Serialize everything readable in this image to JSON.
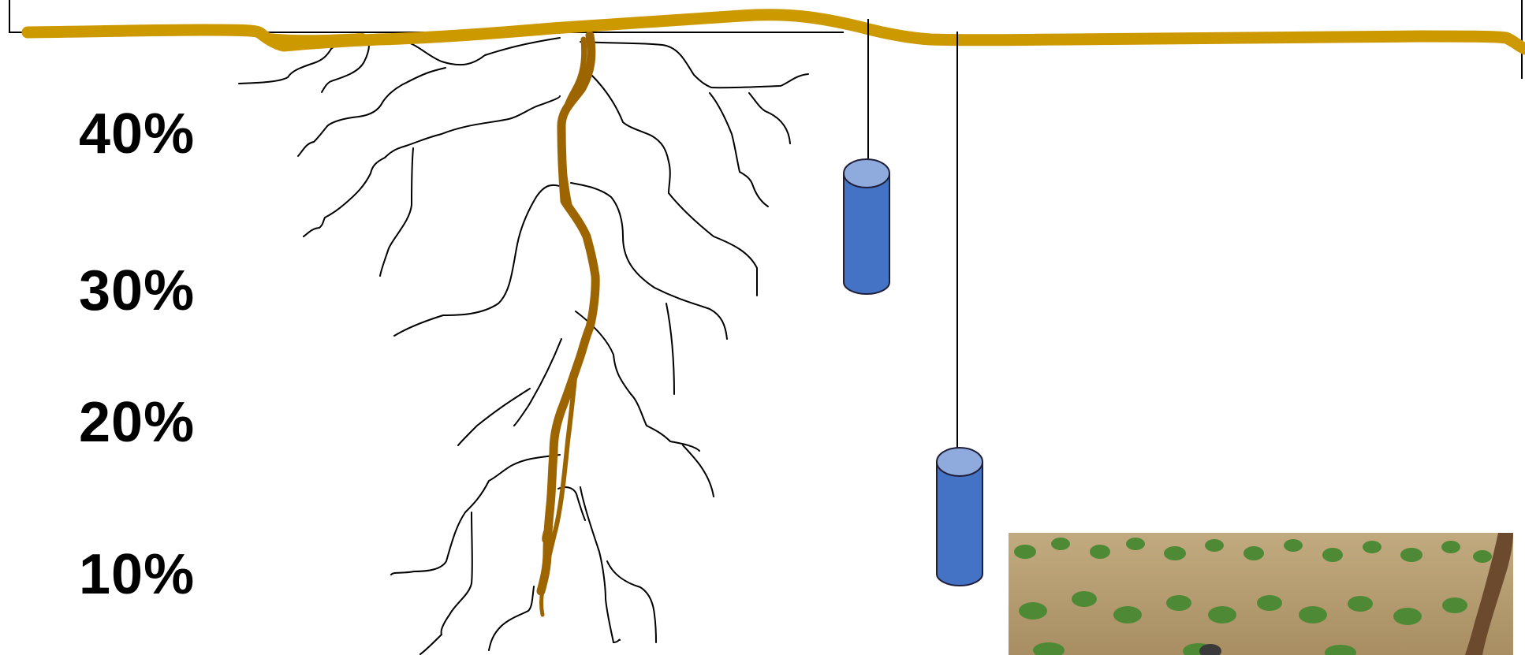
{
  "depth_labels": [
    "40%",
    "30%",
    "20%",
    "10%"
  ],
  "colors": {
    "soil_line": "#CC9900",
    "taproot": "#9C6500",
    "sensor_body": "#4472C4",
    "sensor_top": "#8FAADC",
    "field_soil": "#B59C72",
    "plant_leaf": "#4E8A35",
    "background": "#FFFFFF"
  },
  "diagram": {
    "elements": [
      "soil-surface-line",
      "taproot",
      "lateral-roots",
      "shallow-sensor",
      "deep-sensor",
      "field-photo"
    ]
  }
}
